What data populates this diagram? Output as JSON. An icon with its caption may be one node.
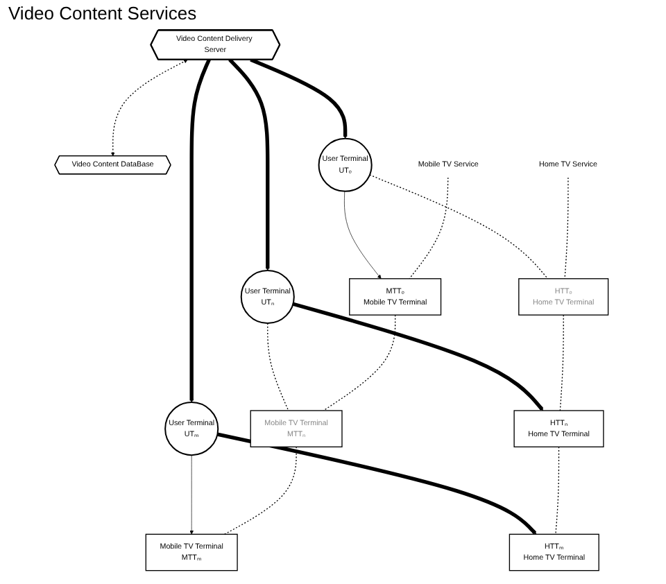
{
  "diagram": {
    "nodes": [
      {
        "text": [
          "Video Content Delivery Server"
        ]
      },
      {
        "text": [
          "Video Content DataBase"
        ]
      },
      {
        "text": [
          "Home TV Service"
        ]
      },
      {
        "text": [
          "Mobile TV Service"
        ]
      },
      {
        "text": [
          "User Terminal",
          "UTₒ"
        ]
      },
      {
        "text": [
          "HTTₒ",
          "Home TV Terminal"
        ]
      },
      {
        "text": [
          "MTTₒ",
          "Mobile TV Terminal"
        ]
      },
      {
        "text": [
          "User Terminal",
          "UTₙ"
        ]
      },
      {
        "text": [
          "HTTₙ",
          "Home TV Terminal"
        ]
      },
      {
        "text": [
          "Mobile TV Terminal",
          "MTTₙ"
        ]
      },
      {
        "text": [
          "User Terminal",
          "UTₘ"
        ]
      },
      {
        "text": [
          "HTTₘ",
          "Home TV Terminal"
        ]
      },
      {
        "text": [
          "Mobile TV Terminal",
          "MTTₘ"
        ]
      }
    ],
    "edges": [
      {
        "from": 0,
        "to": 1,
        "arrow": "both",
        "style": "dashed"
      },
      {
        "from": 0,
        "to": 4,
        "arrow": "to",
        "style": "thick"
      },
      {
        "from": 0,
        "to": 7,
        "arrow": "to",
        "style": "thick"
      },
      {
        "from": 0,
        "to": 10,
        "arrow": "to",
        "style": "thick"
      },
      {
        "from": 4,
        "to": 6,
        "arrow": "to"
      },
      {
        "from": 4,
        "to": 5,
        "arrow": "none",
        "style": "dashed"
      },
      {
        "from": 7,
        "to": 8,
        "arrow": "to",
        "style": "thick"
      },
      {
        "from": 7,
        "to": 9,
        "arrow": "none",
        "style": "dashed"
      },
      {
        "from": 10,
        "to": 11,
        "arrow": "to",
        "style": "thick"
      },
      {
        "from": 10,
        "to": 12,
        "arrow": "to"
      },
      {
        "from": 2,
        "to": 5,
        "arrow": "none",
        "style": "dashed"
      },
      {
        "from": 5,
        "to": 8,
        "arrow": "none",
        "style": "dashed"
      },
      {
        "from": 8,
        "to": 11,
        "arrow": "none",
        "style": "dashed"
      },
      {
        "from": 3,
        "to": 6,
        "arrow": "none",
        "style": "dashed"
      },
      {
        "from": 6,
        "to": 9,
        "arrow": "none",
        "style": "dashed"
      },
      {
        "from": 9,
        "to": 12,
        "arrow": "none",
        "style": "dashed"
      }
    ],
    "labels": [
      "Video Content Services"
    ]
  }
}
